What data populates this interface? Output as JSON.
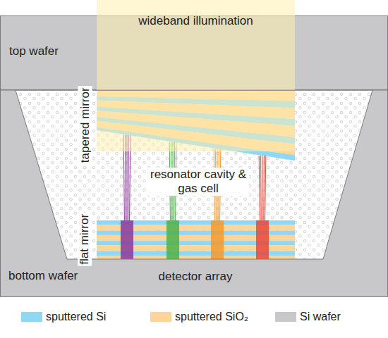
{
  "diagram": {
    "nodes": [
      {
        "text": [
          "top wafer"
        ]
      },
      {
        "text": [
          "wideband illumination"
        ]
      },
      {
        "text": [
          "bottom wafer"
        ]
      }
    ],
    "labels": [
      "tapered mirror",
      "resonator cavity & gas cell",
      "flat mirror",
      "detector array"
    ],
    "legend": [
      {
        "text": "sputtered Si",
        "color": "#8ed8f6"
      },
      {
        "text": "sputtered SiO₂",
        "color": "#fdd598"
      },
      {
        "text": "Si wafer",
        "color": "#c8c8ca"
      }
    ]
  }
}
